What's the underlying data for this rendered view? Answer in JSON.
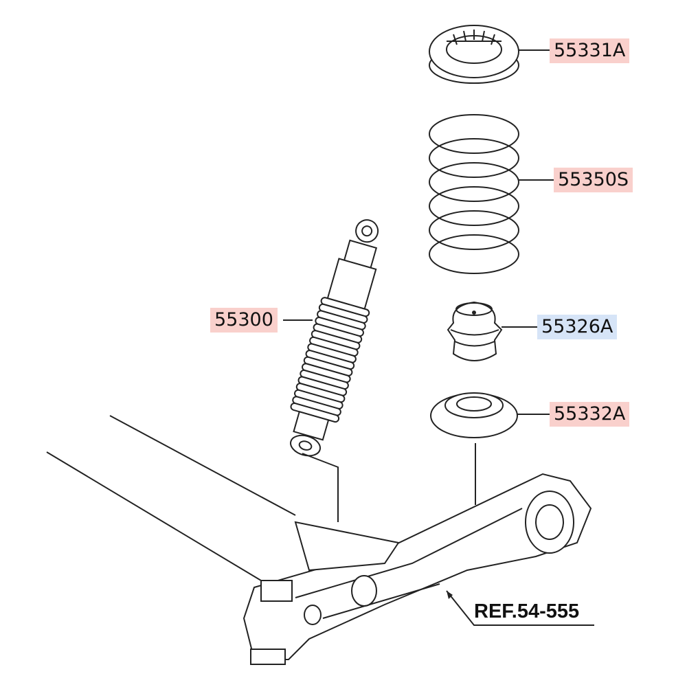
{
  "title": "Rear suspension parts diagram",
  "colors": {
    "highlight_pink": "#f9d0cc",
    "highlight_blue": "#d6e4f7"
  },
  "labels": {
    "upper_seat": "55331A",
    "coil_spring": "55350S",
    "shock_absorber": "55300",
    "bump_stopper": "55326A",
    "lower_seat": "55332A",
    "reference": "REF.54-555"
  }
}
